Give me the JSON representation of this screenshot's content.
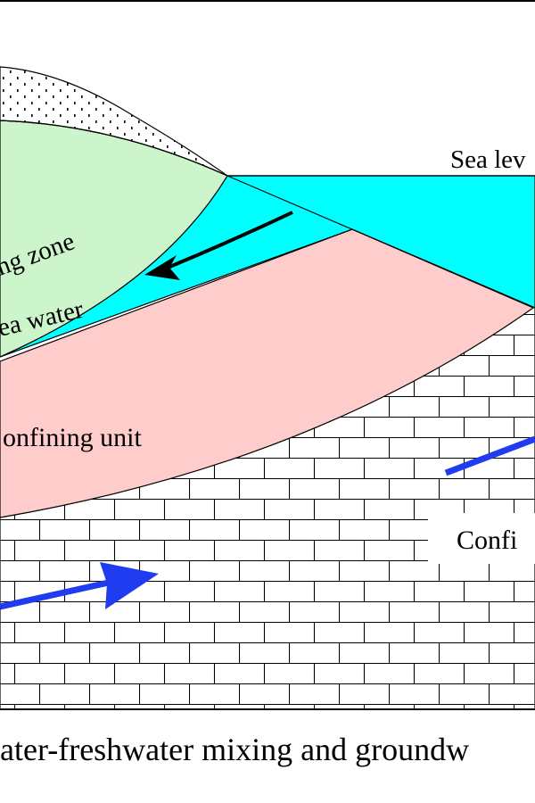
{
  "labels": {
    "sea_level": "Sea lev",
    "mixing_zone": "ng zone",
    "sea_water": "ea water",
    "confining_unit": "onfining unit",
    "confined_aquifer": "Confi",
    "caption": "ater-freshwater mixing and groundw"
  },
  "colors": {
    "sand": "#ffffff",
    "mixing_zone": "#ccf5cc",
    "sea_water": "#00ffff",
    "confining_unit": "#ffcccc",
    "limestone": "#ffffff",
    "flow_arrow_blue": "#1f3cf0",
    "flow_arrow_black": "#000000",
    "outline": "#000000"
  },
  "icons": {
    "flow_arrow": "arrow-icon",
    "limestone_pattern": "brick-pattern"
  }
}
